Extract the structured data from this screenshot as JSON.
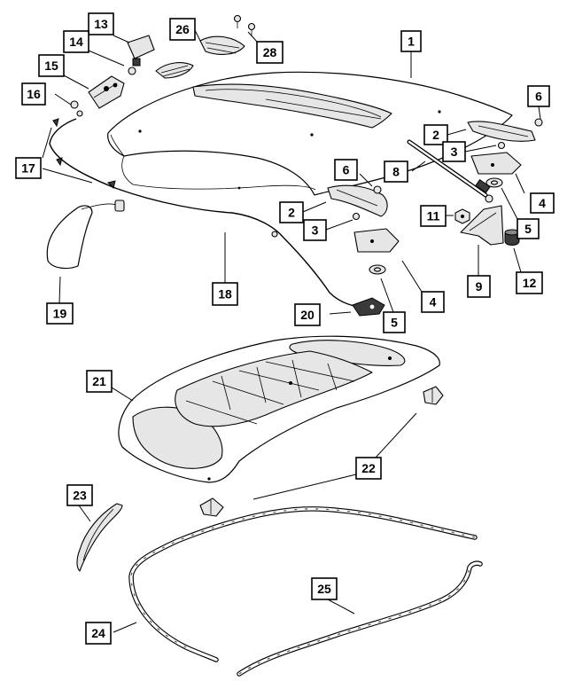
{
  "callouts": [
    {
      "id": "1",
      "label": "1"
    },
    {
      "id": "2a",
      "label": "2"
    },
    {
      "id": "2b",
      "label": "2"
    },
    {
      "id": "3a",
      "label": "3"
    },
    {
      "id": "3b",
      "label": "3"
    },
    {
      "id": "4a",
      "label": "4"
    },
    {
      "id": "4b",
      "label": "4"
    },
    {
      "id": "5a",
      "label": "5"
    },
    {
      "id": "5b",
      "label": "5"
    },
    {
      "id": "6a",
      "label": "6"
    },
    {
      "id": "6b",
      "label": "6"
    },
    {
      "id": "8",
      "label": "8"
    },
    {
      "id": "9",
      "label": "9"
    },
    {
      "id": "11",
      "label": "11"
    },
    {
      "id": "12",
      "label": "12"
    },
    {
      "id": "13",
      "label": "13"
    },
    {
      "id": "14",
      "label": "14"
    },
    {
      "id": "15",
      "label": "15"
    },
    {
      "id": "16",
      "label": "16"
    },
    {
      "id": "17",
      "label": "17"
    },
    {
      "id": "18",
      "label": "18"
    },
    {
      "id": "19",
      "label": "19"
    },
    {
      "id": "20",
      "label": "20"
    },
    {
      "id": "21",
      "label": "21"
    },
    {
      "id": "22",
      "label": "22"
    },
    {
      "id": "23",
      "label": "23"
    },
    {
      "id": "24",
      "label": "24"
    },
    {
      "id": "25",
      "label": "25"
    },
    {
      "id": "26",
      "label": "26"
    },
    {
      "id": "28",
      "label": "28"
    }
  ]
}
